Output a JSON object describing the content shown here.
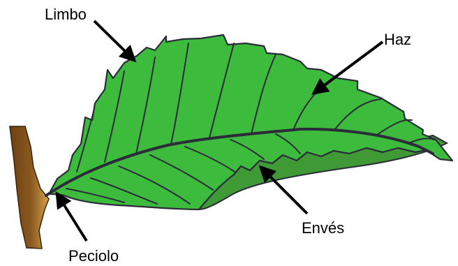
{
  "labels": {
    "limbo": "Limbo",
    "haz": "Haz",
    "enves": "Envés",
    "peciolo": "Peciolo"
  },
  "colors": {
    "leaf_top": "#3dbb3d",
    "leaf_under": "#3d9a35",
    "outline": "#2b2b3a",
    "stem": "#7a4a16",
    "stem_light": "#c78e3a",
    "arrow": "#000000"
  }
}
